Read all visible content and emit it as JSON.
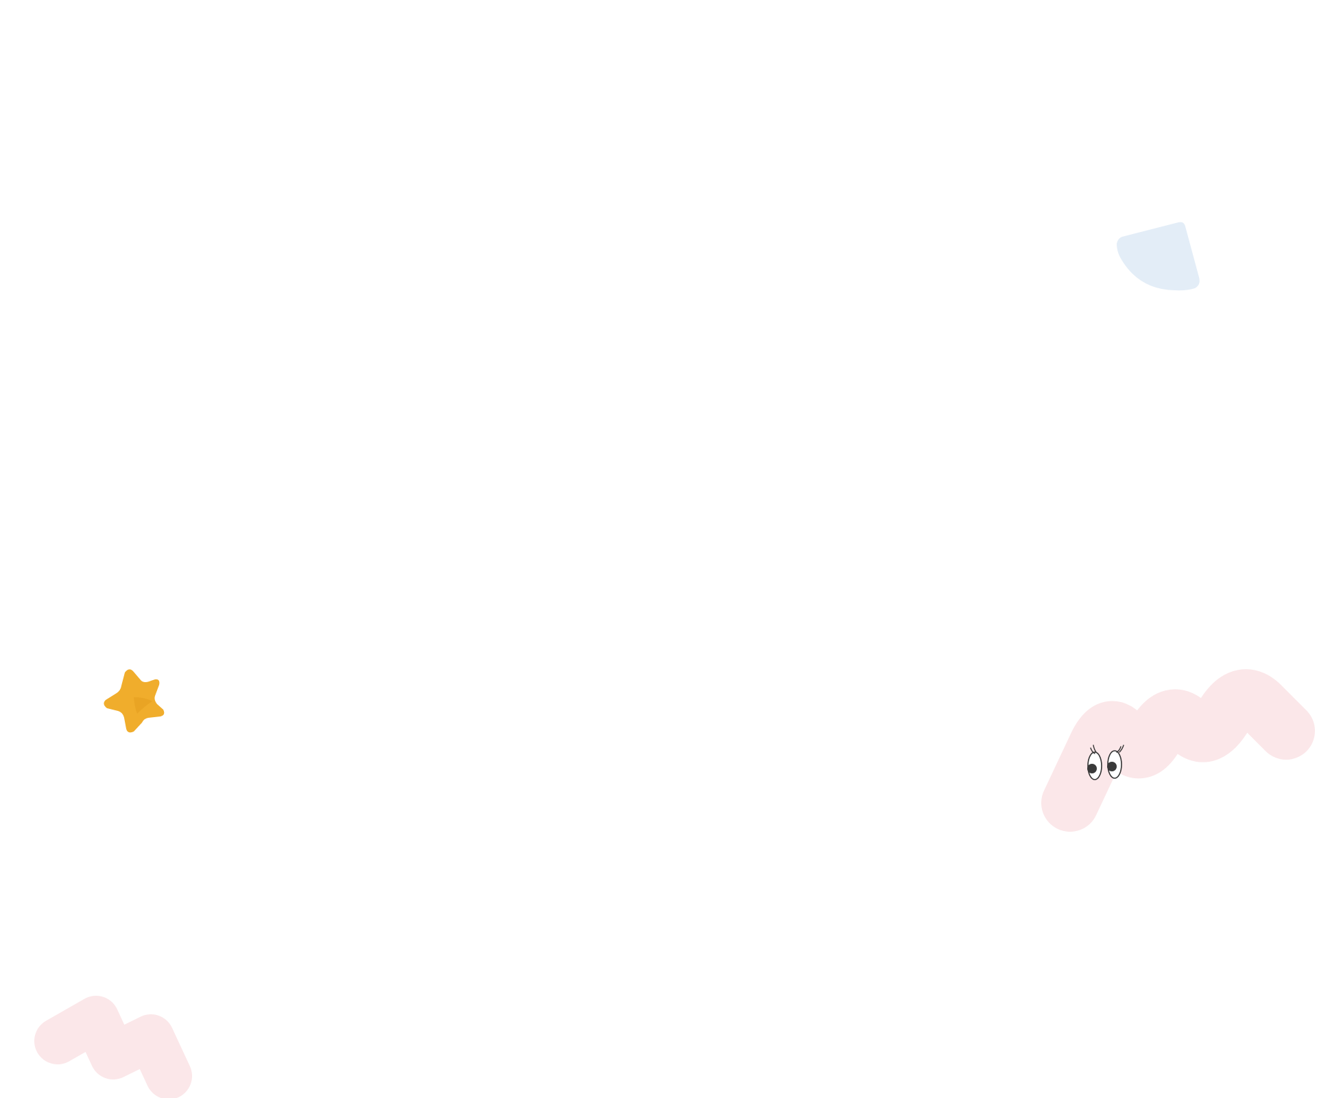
{
  "colors": {
    "background": "#ffffff",
    "blue_shape": "#e3edf7",
    "pink_shape": "#fbe7e9",
    "star_fill": "#f0ad2c",
    "star_shade": "#dc9418",
    "eye_outline": "#333333",
    "pupil": "#3a3a3a"
  },
  "elements": {
    "blue_shape": {
      "icon": "quarter-circle-shape"
    },
    "star": {
      "icon": "star-icon"
    },
    "pink_creature": {
      "icon": "squiggle-creature-with-eyes"
    },
    "pink_squiggle": {
      "icon": "squiggle-shape"
    }
  }
}
